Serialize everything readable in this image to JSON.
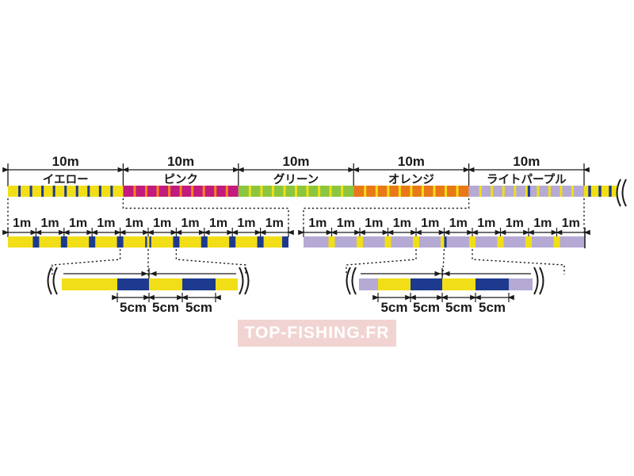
{
  "watermark": {
    "text": "TOP-FISHING.FR"
  },
  "colors": {
    "yellow": "#f2de17",
    "pink": "#c21b7d",
    "green": "#8cc63e",
    "orange": "#e87818",
    "light_purple": "#b4aad4",
    "navy": "#1d3a8f",
    "pink_divider": "#f5861f",
    "ink": "#1a1a1a",
    "watermark_bg": "#f1d4d2",
    "watermark_text": "#ffffff"
  },
  "top_scale": {
    "sections": [
      {
        "length": "10m",
        "name": "イエロー",
        "color_key": "yellow",
        "divider_key": "navy",
        "center_navy_mark": false
      },
      {
        "length": "10m",
        "name": "ピンク",
        "color_key": "pink",
        "divider_key": "pink_divider",
        "center_navy_mark": false
      },
      {
        "length": "10m",
        "name": "グリーン",
        "color_key": "green",
        "divider_key": "yellow",
        "center_navy_mark": false
      },
      {
        "length": "10m",
        "name": "オレンジ",
        "color_key": "orange",
        "divider_key": "yellow",
        "center_navy_mark": false
      },
      {
        "length": "10m",
        "name": "ライトパープル",
        "color_key": "light_purple",
        "divider_key": "yellow",
        "center_navy_mark": true
      }
    ],
    "tail_color_key": "yellow",
    "tail_divider_key": "navy"
  },
  "meter_scale": {
    "label": "1m",
    "marks_per_bar": 10,
    "left_bar": {
      "base_key": "yellow",
      "mark_key": "navy"
    },
    "right_bar": {
      "base_key": "light_purple",
      "mark_key": "yellow",
      "center_extra_key": "navy"
    }
  },
  "cm_scale": {
    "label": "5cm",
    "left_detail": {
      "base_key": "yellow",
      "pattern": [
        "navy",
        "yellow",
        "navy"
      ]
    },
    "right_detail": {
      "base_key": "light_purple",
      "pattern": [
        "yellow",
        "navy",
        "yellow",
        "navy"
      ]
    }
  }
}
